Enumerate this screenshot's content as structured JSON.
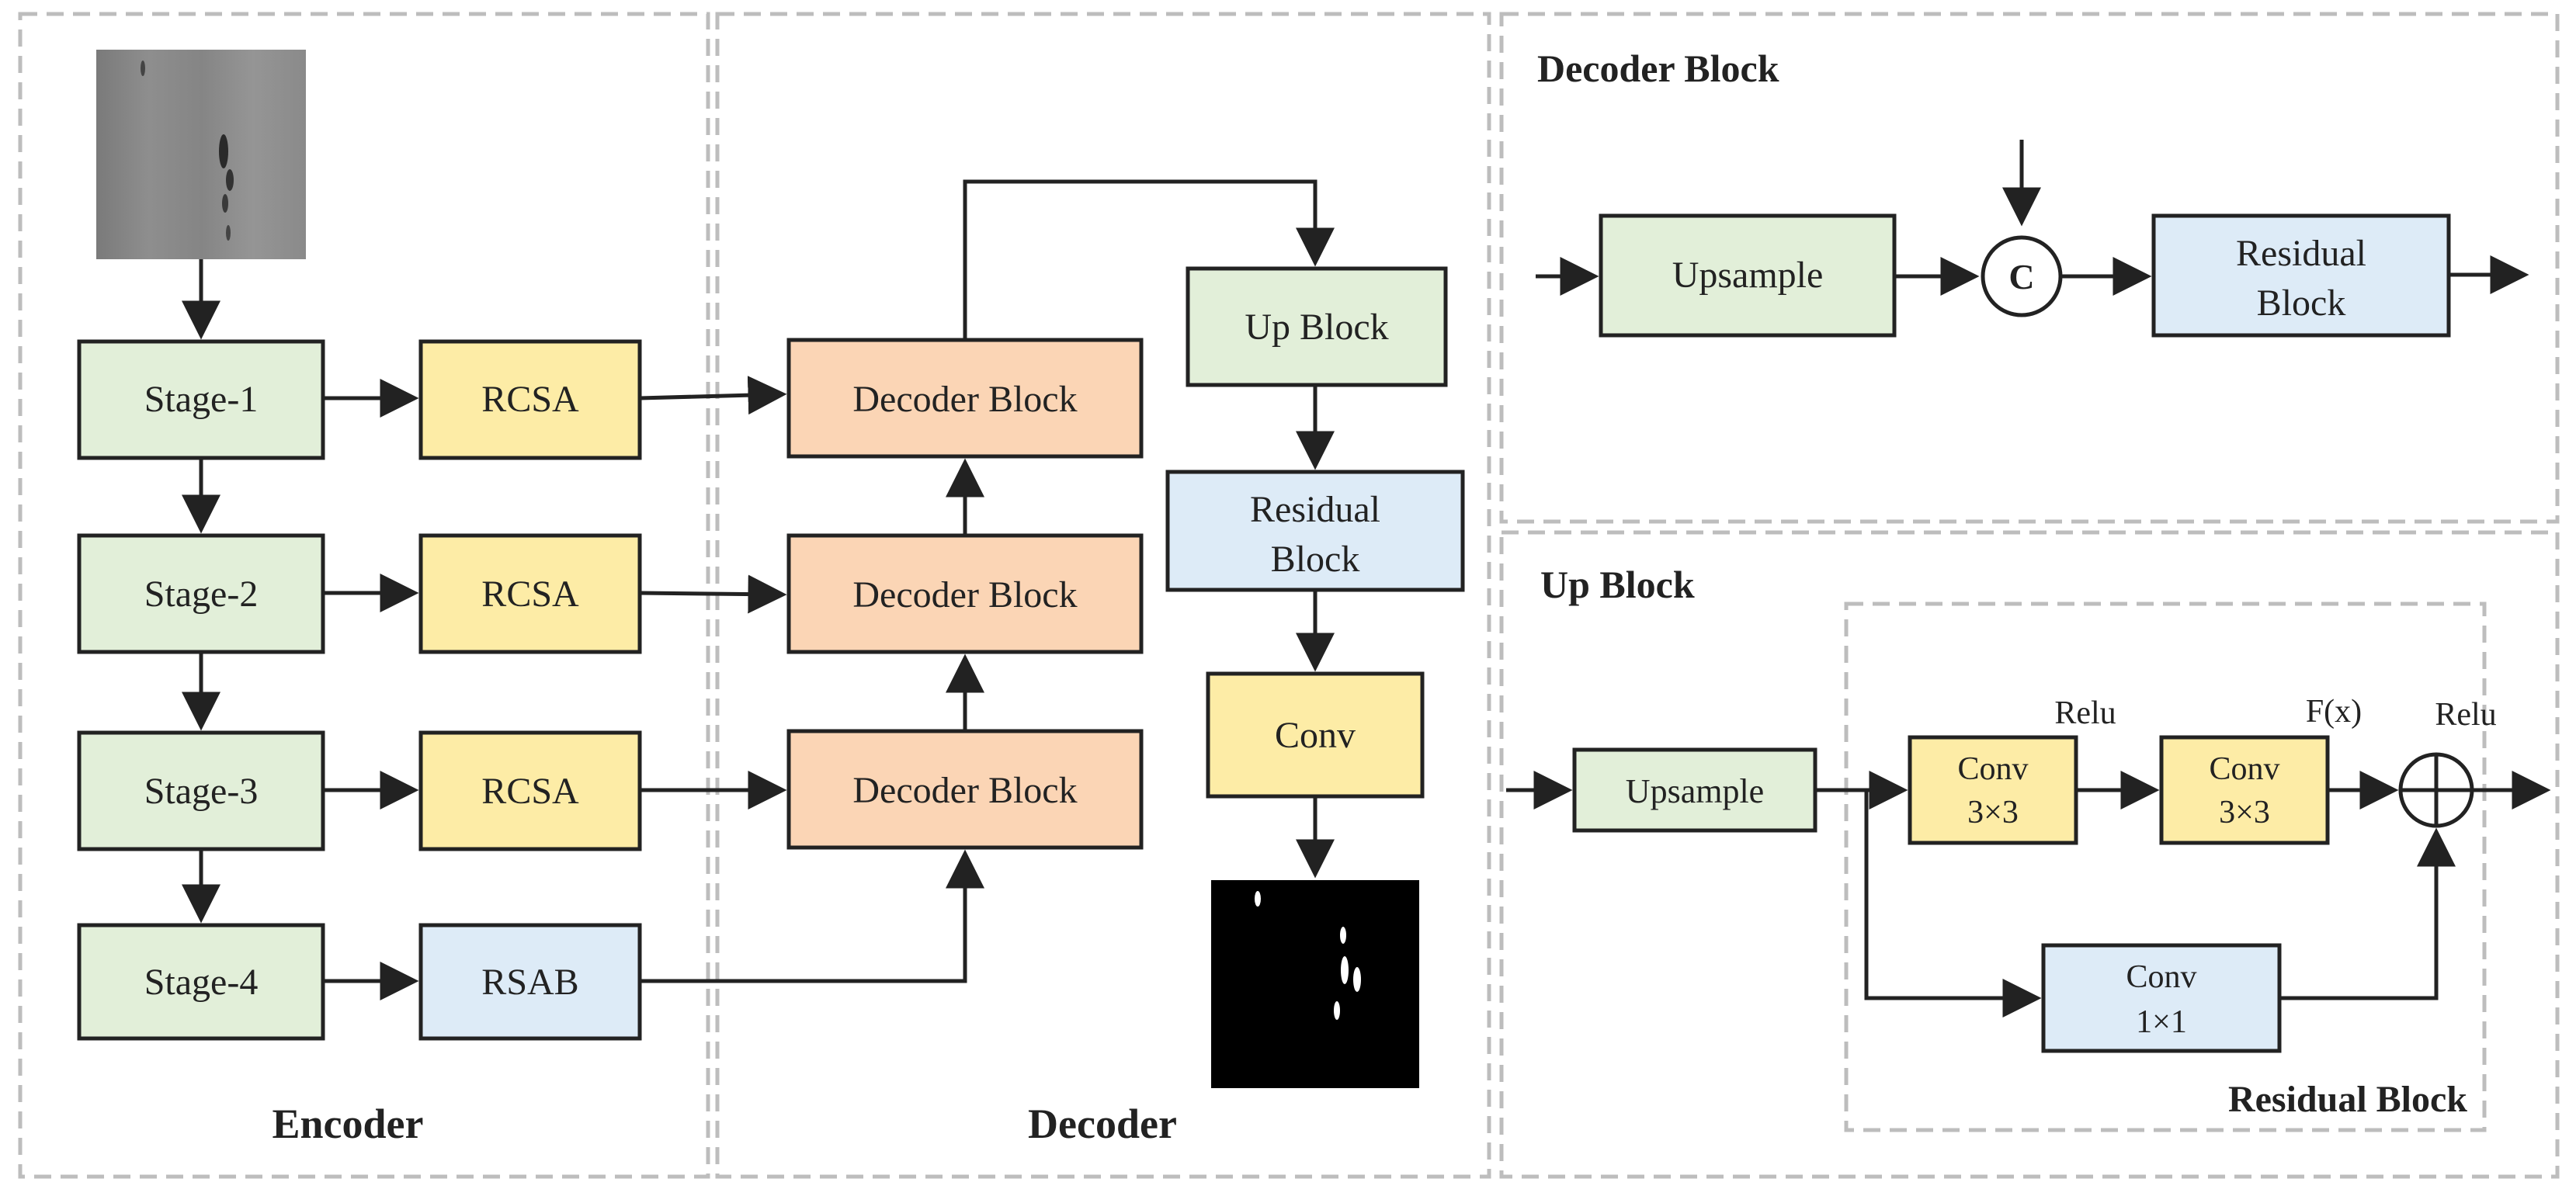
{
  "panels": {
    "encoder_title": "Encoder",
    "decoder_title": "Decoder",
    "decoder_block_title": "Decoder Block",
    "up_block_title": "Up Block"
  },
  "encoder": {
    "stages": [
      "Stage-1",
      "Stage-2",
      "Stage-3",
      "Stage-4"
    ],
    "attention": [
      "RCSA",
      "RCSA",
      "RCSA",
      "RSAB"
    ]
  },
  "decoder": {
    "decoder_blocks": [
      "Decoder Block",
      "Decoder Block",
      "Decoder Block"
    ],
    "up_block": "Up Block",
    "residual_block": [
      "Residual",
      "Block"
    ],
    "conv": "Conv"
  },
  "decoder_block_detail": {
    "upsample": "Upsample",
    "concat": "C",
    "residual_block": [
      "Residual",
      "Block"
    ]
  },
  "up_block_detail": {
    "upsample": "Upsample",
    "conv3_a": [
      "Conv",
      "3×3"
    ],
    "conv3_b": [
      "Conv",
      "3×3"
    ],
    "conv1": [
      "Conv",
      "1×1"
    ],
    "relu_1": "Relu",
    "fx": "F(x)",
    "relu_2": "Relu",
    "residual_block_title": "Residual Block"
  },
  "colors": {
    "stage_fill": "#e2efd9",
    "rcsa_fill": "#fdeca6",
    "rsab_fill": "#ddebf7",
    "decoder_fill": "#fbd5b5",
    "dash_border": "#bdbdbd",
    "stroke": "#222222"
  }
}
